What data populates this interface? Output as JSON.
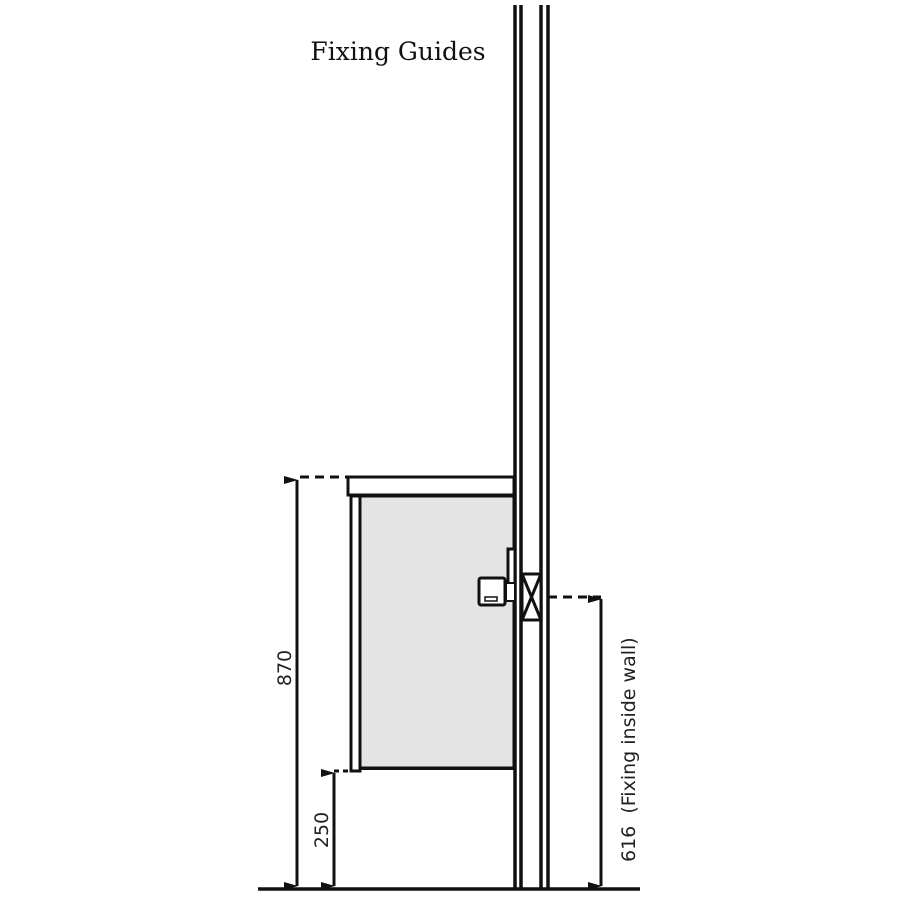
{
  "title": "Fixing Guides",
  "dimensions": {
    "overall_height": "870",
    "floor_clearance": "250",
    "fixing_height": "616  (Fixing inside wall)"
  },
  "colors": {
    "line": "#111111",
    "cabinet_fill": "#e3e4e3"
  }
}
